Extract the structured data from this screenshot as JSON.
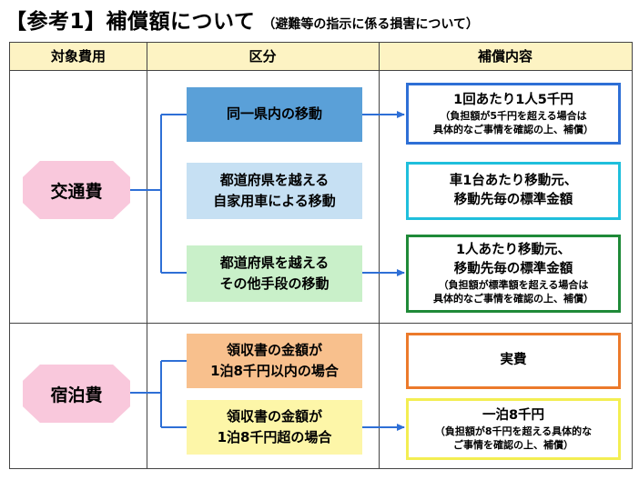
{
  "title": {
    "main": "【参考1】補償額について",
    "sub": "（避難等の指示に係る損害について）"
  },
  "headers": {
    "col1": "対象費用",
    "col2": "区分",
    "col3": "補償内容"
  },
  "transport": {
    "category": "交通費",
    "rows": [
      {
        "division": "同一県内の移動",
        "main": "1回あたり1人5千円",
        "note": "（負担額が5千円を超える場合は\n具体的なご事情を確認の上、補償）"
      },
      {
        "division": "都道府県を越える\n自家用車による移動",
        "main": "車1台あたり移動元、\n移動先毎の標準金額",
        "note": ""
      },
      {
        "division": "都道府県を越える\nその他手段の移動",
        "main": "1人あたり移動元、\n移動先毎の標準金額",
        "note": "（負担額が標準額を超える場合は\n具体的なご事情を確認の上、補償）"
      }
    ]
  },
  "lodging": {
    "category": "宿泊費",
    "rows": [
      {
        "division": "領収書の金額が\n1泊8千円以内の場合",
        "main": "実費",
        "note": ""
      },
      {
        "division": "領収書の金額が\n1泊8千円超の場合",
        "main": "一泊8千円",
        "note": "（負担額が8千円を超える具体的な\nご事情を確認の上、補償）"
      }
    ]
  },
  "colors": {
    "header_bg": "#fdf3c3",
    "category_bg": "#f9c8dc",
    "arrow": "#2e6fd6"
  }
}
